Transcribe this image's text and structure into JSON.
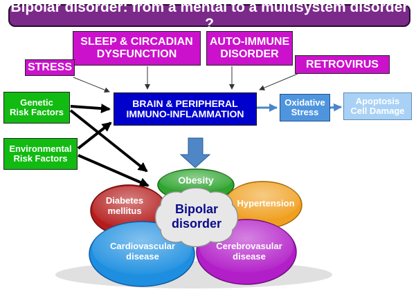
{
  "title": "Bipolar disorder: from a mental to a multisystem disorder ?",
  "boxes": {
    "sleep": "SLEEP & CIRCADIAN\nDYSFUNCTION",
    "stress": "STRESS",
    "autoimmune": "AUTO-IMMUNE\nDISORDER",
    "retrovirus": "RETROVIRUS",
    "genetic": "Genetic\nRisk Factors",
    "environmental": "Environmental\nRisk Factors",
    "brain": "BRAIN & PERIPHERAL\nIMMUNO-INFLAMMATION",
    "oxidative": "Oxidative\nStress",
    "apoptosis": "Apoptosis\nCell Damage"
  },
  "puzzle": {
    "center": "Bipolar\ndisorder",
    "obesity": "Obesity",
    "diabetes": "Diabetes\nmellitus",
    "hypertension": "Hypertension",
    "cardiovascular": "Cardiovascular\ndisease",
    "cerebrovascular": "Cerebrovasular\ndisease"
  },
  "colors": {
    "title_bg": "#7b2a8a",
    "magenta": "#cc11cc",
    "green": "#11bb11",
    "brain": "#0000cc",
    "oxidative": "#4f95de",
    "apoptosis": "#a9d1f5",
    "obesity": "#2fa52f",
    "diabetes": "#b51d1d",
    "hypertension": "#f0a020",
    "cardiovascular": "#1e8fe0",
    "cerebrovascular": "#b21ec8",
    "center": "#e7e7e7"
  }
}
